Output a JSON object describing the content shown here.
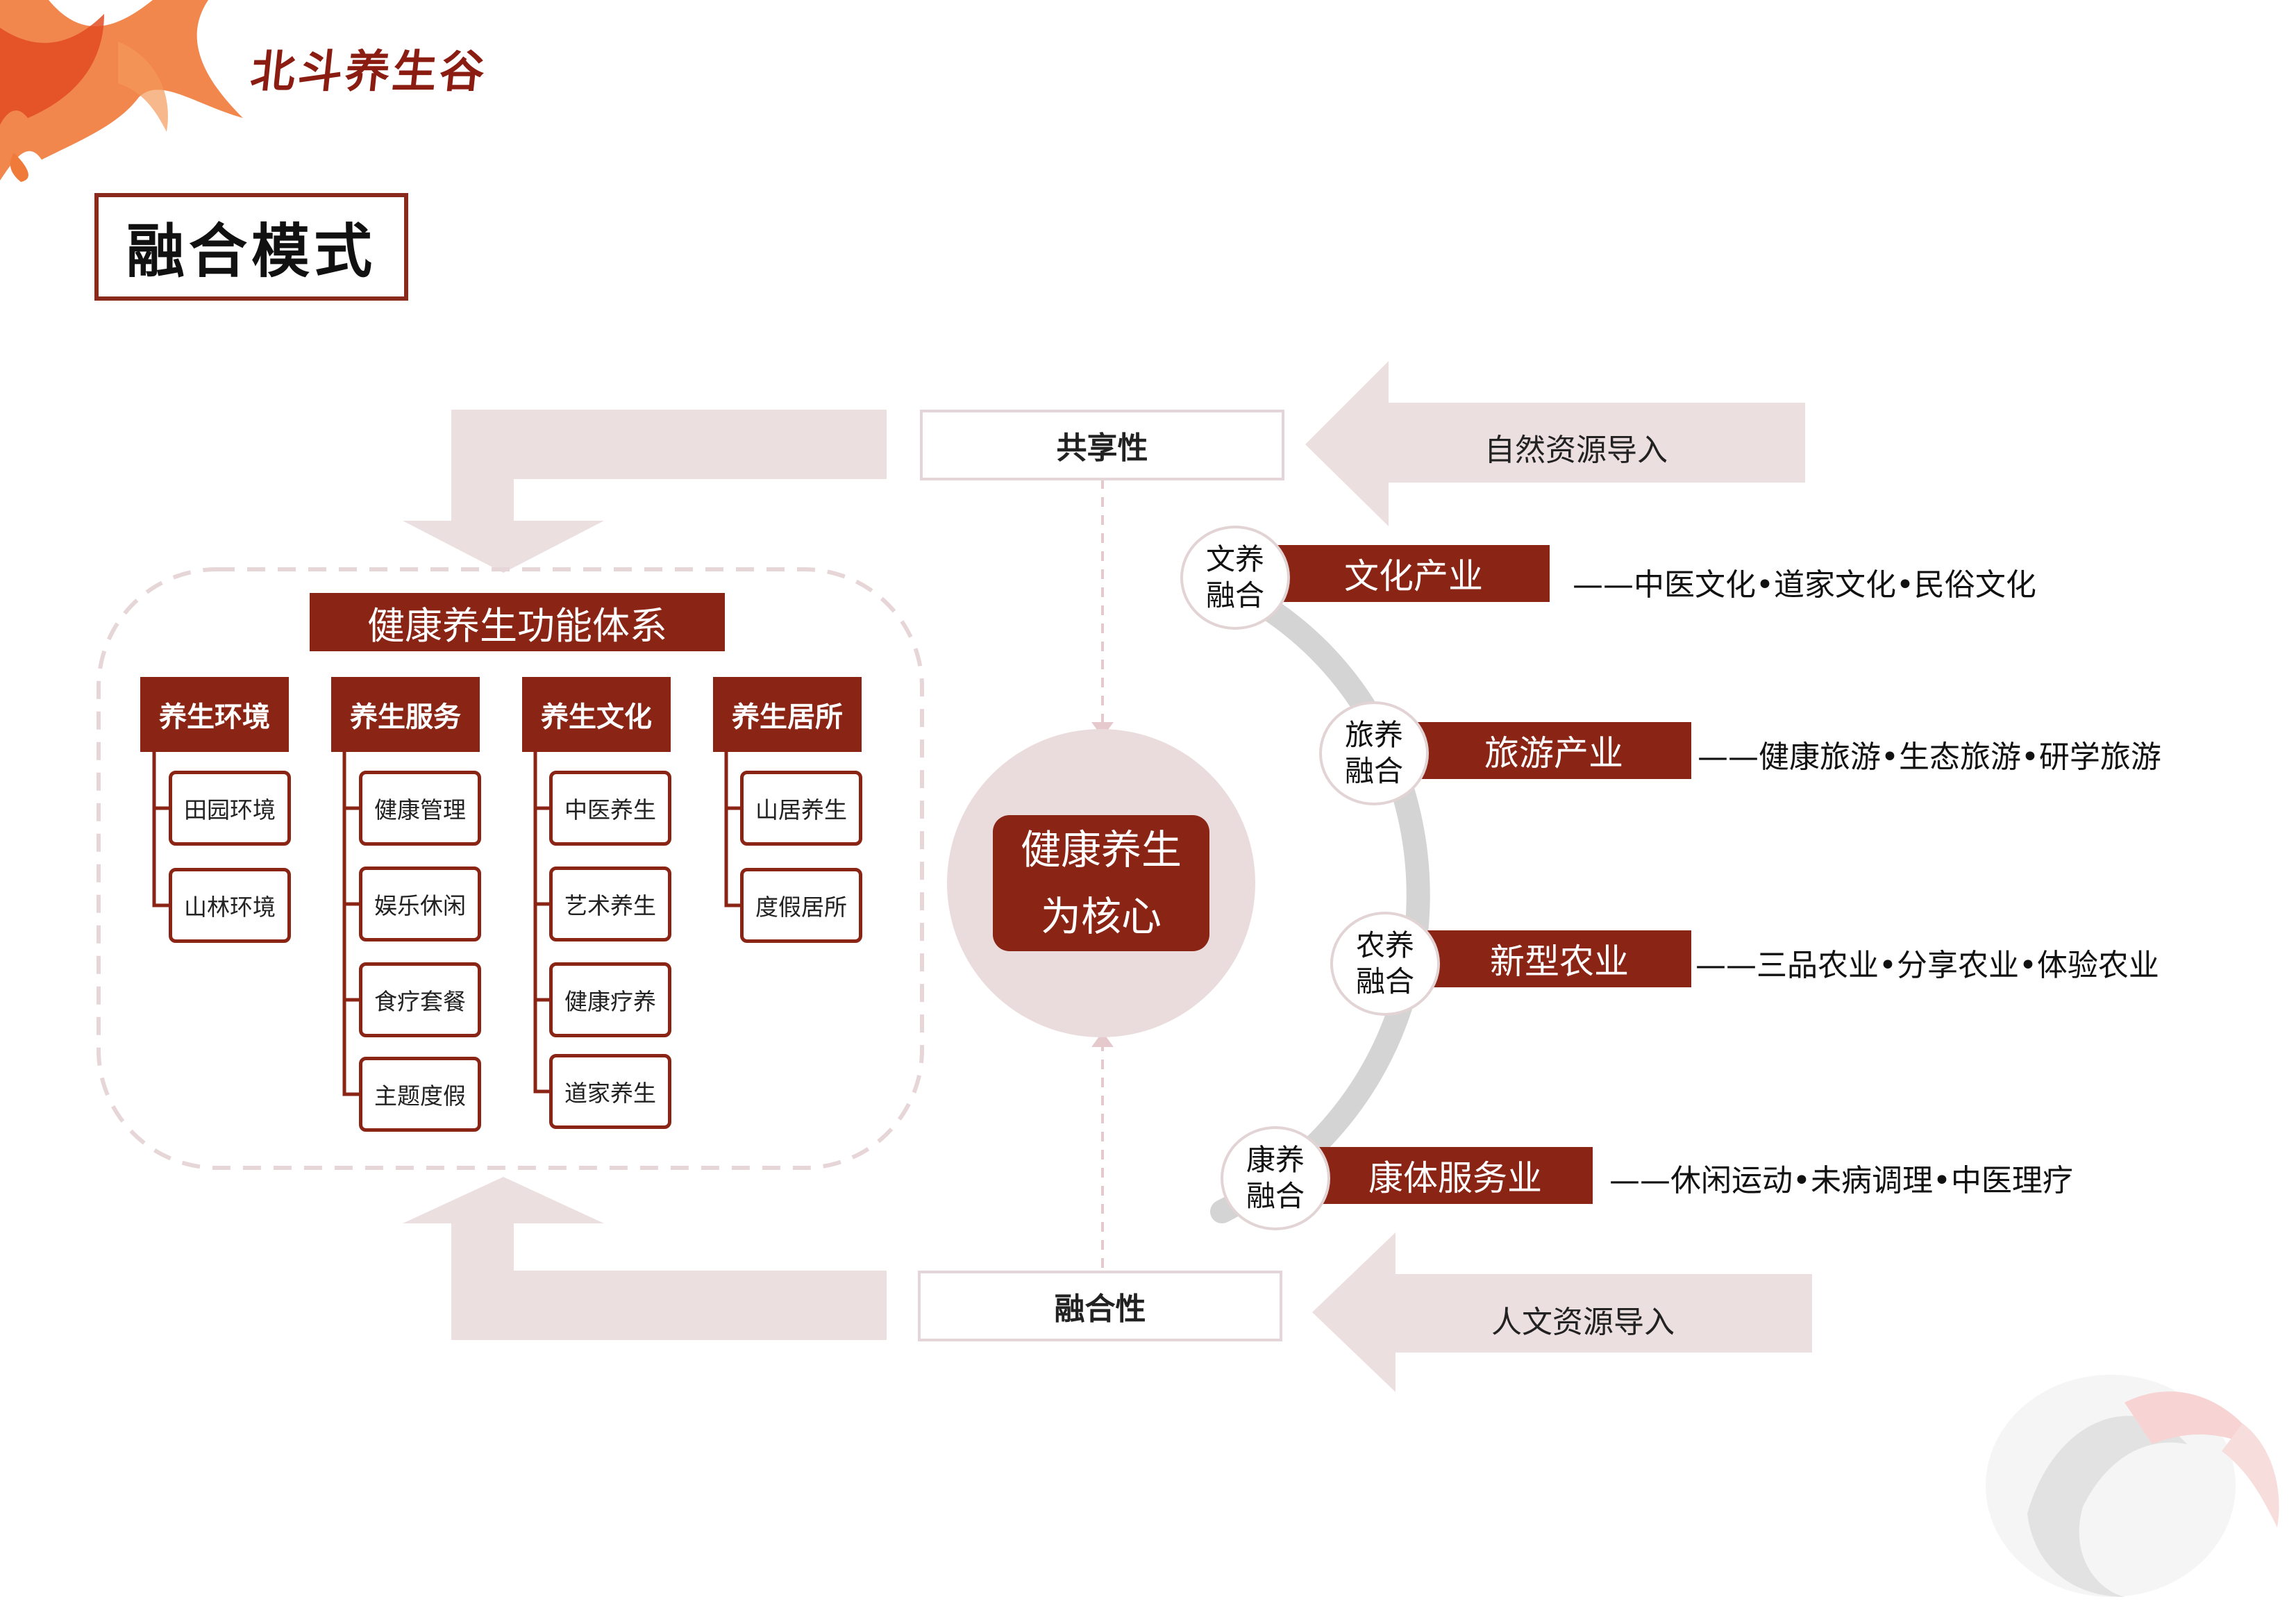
{
  "brand": {
    "name": "北斗养生谷"
  },
  "page": {
    "title": "融合模式"
  },
  "top_band": {
    "label": "共享性"
  },
  "bottom_band": {
    "label": "融合性"
  },
  "arrows": {
    "natural": "自然资源导入",
    "humanities": "人文资源导入"
  },
  "system": {
    "title": "健康养生功能体系",
    "columns": [
      {
        "header": "养生环境",
        "items": [
          "田园环境",
          "山林环境"
        ]
      },
      {
        "header": "养生服务",
        "items": [
          "健康管理",
          "娱乐休闲",
          "食疗套餐",
          "主题度假"
        ]
      },
      {
        "header": "养生文化",
        "items": [
          "中医养生",
          "艺术养生",
          "健康疗养",
          "道家养生"
        ]
      },
      {
        "header": "养生居所",
        "items": [
          "山居养生",
          "度假居所"
        ]
      }
    ]
  },
  "core": {
    "line1": "健康养生",
    "line2": "为核心"
  },
  "fusions": [
    {
      "badge1": "文养",
      "badge2": "融合",
      "industry": "文化产业",
      "desc": "——中医文化•道家文化•民俗文化"
    },
    {
      "badge1": "旅养",
      "badge2": "融合",
      "industry": "旅游产业",
      "desc": "——健康旅游•生态旅游•研学旅游"
    },
    {
      "badge1": "农养",
      "badge2": "融合",
      "industry": "新型农业",
      "desc": "——三品农业•分享农业•体验农业"
    },
    {
      "badge1": "康养",
      "badge2": "融合",
      "industry": "康体服务业",
      "desc": "——休闲运动•未病调理•中医理疗"
    }
  ],
  "colors": {
    "accent": "#8a2415",
    "band": "#ecdfe0",
    "arc": "#d4d4d4"
  },
  "icons": {
    "logo": "koi-fish-splash-icon",
    "corner_art": "koi-fish-ink-icon"
  }
}
